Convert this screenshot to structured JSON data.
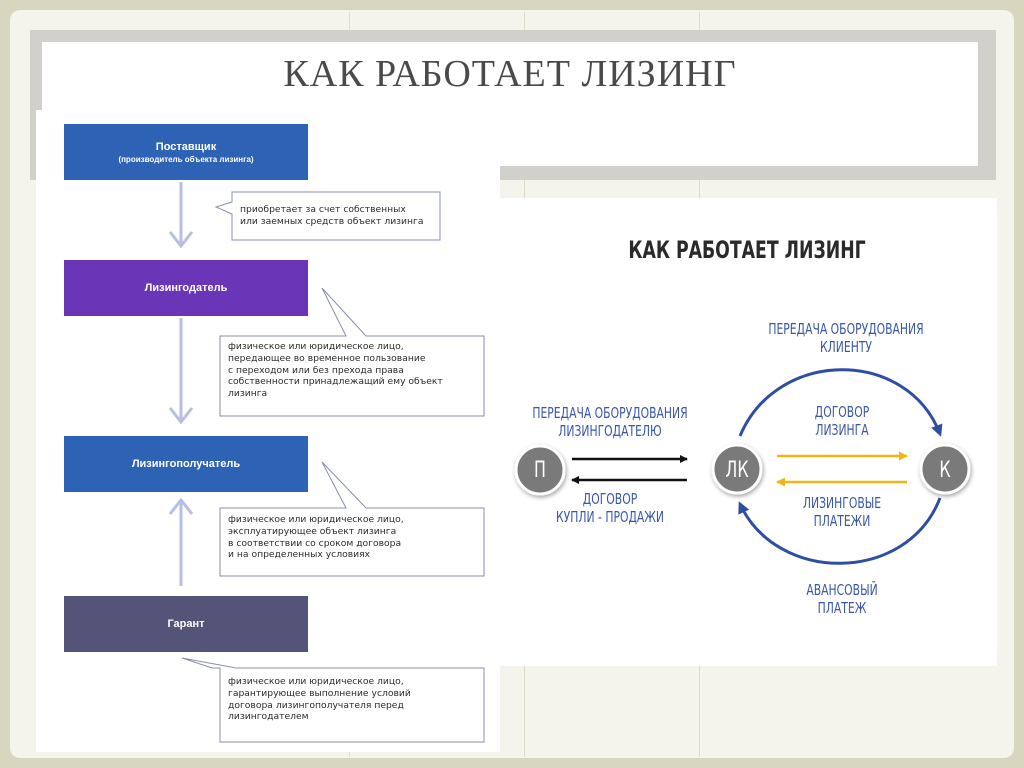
{
  "slide": {
    "title": "КАК РАБОТАЕТ ЛИЗИНГ"
  },
  "flowchart": {
    "boxes": [
      {
        "label": "Поставщик",
        "sublabel": "(производитель объекта лизинга)",
        "color": "#2e62b5"
      },
      {
        "label": "Лизингодатель",
        "color": "#6b35b8"
      },
      {
        "label": "Лизингополучатель",
        "color": "#2e62b5"
      },
      {
        "label": "Гарант",
        "color": "#535477"
      }
    ],
    "callouts": [
      "приобретает за счет собственных\nили заемных средств объект лизинга",
      "физическое или юридическое лицо,\nпередающее во временное пользование\nс переходом или без прехода права\nсобственности принадлежащий ему объект\nлизинга",
      "физическое или юридическое лицо,\nэксплуатирующее объект лизинга\nв соответствии со сроком договора\nи на определенных условиях",
      "физическое или юридическое лицо,\nгарантирующее выполнение условий\nдоговора лизингополучателя перед\nлизингодателем"
    ],
    "arrow_color": "#b7bde3"
  },
  "diagram": {
    "title": "КАК РАБОТАЕТ ЛИЗИНГ",
    "nodes": {
      "p": "П",
      "lk": "ЛК",
      "k": "К"
    },
    "labels": {
      "transfer_to_lessor": "ПЕРЕДАЧА ОБОРУДОВАНИЯ\nЛИЗИНГОДАТЕЛЮ",
      "purchase_contract": "ДОГОВОР\nКУПЛИ - ПРОДАЖИ",
      "transfer_to_client": "ПЕРЕДАЧА ОБОРУДОВАНИЯ\nКЛИЕНТУ",
      "leasing_contract": "ДОГОВОР\nЛИЗИНГА",
      "leasing_payments": "ЛИЗИНГОВЫЕ\nПЛАТЕЖИ",
      "advance_payment": "АВАНСОВЫЙ\nПЛАТЕЖ"
    },
    "colors": {
      "title": "#2a2a2a",
      "blue_text": "#3a56a8",
      "arc": "#2f4ea3",
      "orange": "#f2b418",
      "node": "#7a7a7a"
    }
  }
}
